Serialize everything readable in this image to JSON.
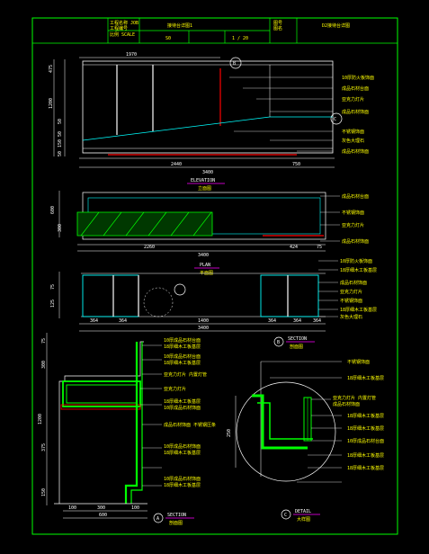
{
  "title_block": {
    "project_label": "工程名称 JOB",
    "project_sub": "工程编号",
    "project_name": "接待台详图1",
    "drawing_label": "图号",
    "drawing_sub": "图名",
    "drawing_name": "D2接待台详图",
    "scale_label": "比例 SCALE",
    "scale_code": "S0",
    "scale_value": "1 / 20"
  },
  "elevation": {
    "title": "ELEVATION",
    "subtitle": "立面图",
    "top_dim": "1970",
    "bottom_dims": [
      "2440",
      "750"
    ],
    "total_dim": "3400",
    "left_dims": [
      "475",
      "1200",
      "50",
      "50",
      "150",
      "50"
    ],
    "callouts": [
      "10厚防火板饰面",
      "成品石材台面",
      "亚克力灯片",
      "成品石材饰面",
      "不锈钢饰面",
      "灰色大理石",
      "成品石材饰面"
    ],
    "section_markers": [
      "B",
      "C"
    ]
  },
  "plan": {
    "title": "PLAN",
    "subtitle": "平面图",
    "dims": [
      "2260",
      "424",
      "75"
    ],
    "total_dim": "3400",
    "left_dims": [
      "600",
      "300"
    ],
    "callouts": [
      "成品石材台面",
      "不锈钢饰面",
      "亚克力灯片",
      "成品石材饰面"
    ]
  },
  "section_b": {
    "marker": "B",
    "title": "SECTION",
    "subtitle": "剖面图",
    "dims": [
      "364",
      "364",
      "1400",
      "364",
      "364",
      "364"
    ],
    "total_dim": "3400",
    "left_dims": [
      "75",
      "125"
    ],
    "callouts": [
      "10厚防火板饰面",
      "18厚细木工板基层",
      "成品石材饰面",
      "亚克力灯片",
      "不锈钢饰面",
      "18厚细木工板基层",
      "灰色大理石"
    ]
  },
  "section_a": {
    "marker": "A",
    "title": "SECTION",
    "subtitle": "剖面图",
    "left_dims": [
      "75",
      "300",
      "1200",
      "375",
      "150"
    ],
    "bottom_dims": [
      "100",
      "300",
      "100"
    ],
    "total_dim": "600",
    "callouts": [
      "10厚成品石材台面",
      "18厚细木工板基层",
      "10厚成品石材台面",
      "18厚细木工板基层",
      "亚克力灯片 内置灯管",
      "亚克力灯片",
      "18厚细木工板基层",
      "10厚成品石材饰面",
      "成品石材饰面 不锈钢压条",
      "10厚成品石材饰面",
      "18厚细木工板基层",
      "10厚成品石材饰面",
      "18厚细木工板基层"
    ]
  },
  "detail_c": {
    "marker": "C",
    "title": "DETAIL",
    "subtitle": "大样图",
    "left_dim": "250",
    "callouts": [
      "不锈钢饰面",
      "18厚细木工板基层",
      "亚克力灯片 内置灯管",
      "成品石材饰面",
      "18厚细木工板基层",
      "18厚细木工板基层",
      "10厚成品石材台面",
      "18厚细木工板基层",
      "18厚细木工板基层"
    ]
  },
  "colors": {
    "background": "#000000",
    "border": "#00ff00",
    "outline": "#ffffff",
    "text": "#ffff00",
    "accent": "#ff00ff",
    "cyan": "#00ffff",
    "red": "#ff0000"
  }
}
